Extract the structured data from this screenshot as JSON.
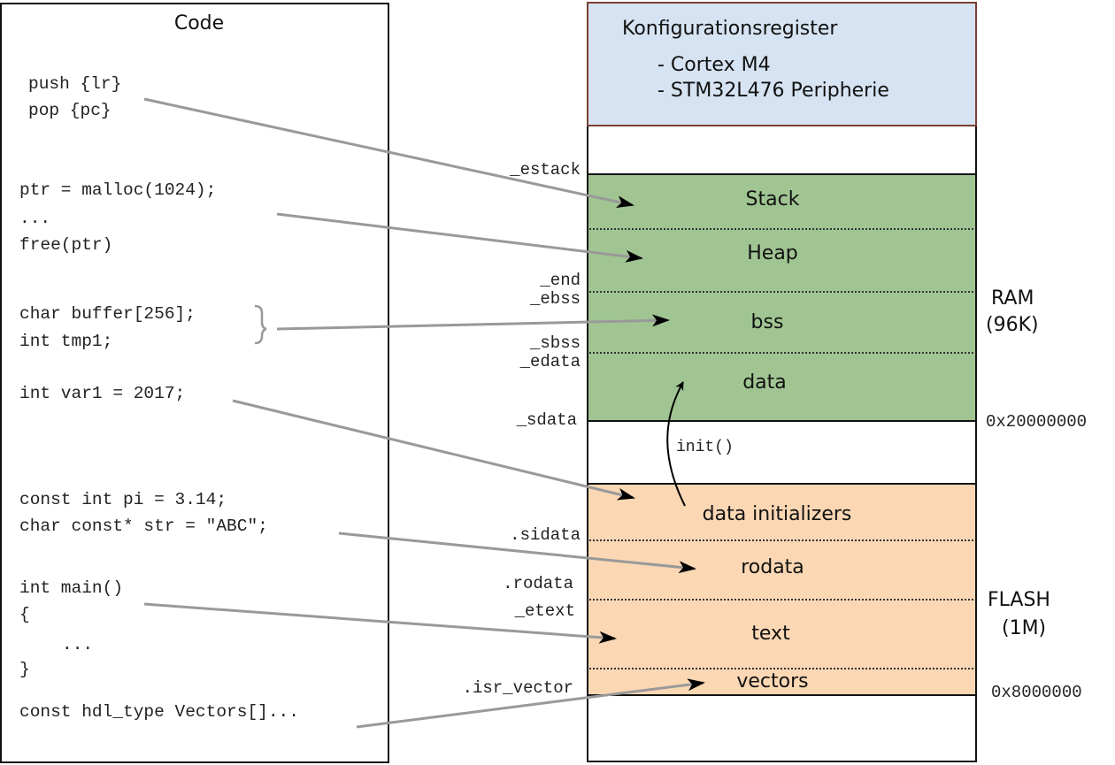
{
  "code_panel": {
    "title": "Code",
    "lines": {
      "push": "push {lr}",
      "pop": "pop {pc}",
      "malloc": "ptr = malloc(1024);",
      "ellipsis1": "...",
      "free": "free(ptr)",
      "buffer": "char buffer[256];",
      "tmp1": "int tmp1;",
      "var1": "int var1 = 2017;",
      "pi": "const int pi = 3.14;",
      "str": "char const* str = \"ABC\";",
      "main": "int main()",
      "brace_open": "{",
      "ellipsis2": "...",
      "brace_close": "}",
      "vectors": "const hdl_type Vectors[]..."
    }
  },
  "memory_map": {
    "config": {
      "title": "Konfigurationsregister",
      "items": [
        "- Cortex M4",
        "- STM32L476 Peripherie"
      ],
      "fill": "#d6e3f2",
      "border": "#7a4035"
    },
    "ram": {
      "label": "RAM",
      "size": "(96K)",
      "base_address": "0x20000000",
      "fill": "#a0c592",
      "sections": [
        "Stack",
        "Heap",
        "bss",
        "data"
      ]
    },
    "flash": {
      "label": "FLASH",
      "size": "(1M)",
      "base_address": "0x8000000",
      "fill": "#fbd7b4",
      "sections": [
        "data initializers",
        "rodata",
        "text",
        "vectors"
      ]
    },
    "init_label": "init()",
    "symbols": {
      "estack": "_estack",
      "end": "_end",
      "ebss": "_ebss",
      "sbss": "_sbss",
      "edata": "_edata",
      "sdata": "_sdata",
      "sidata": ".sidata",
      "rodata": ".rodata",
      "etext": "_etext",
      "isr_vector": ".isr_vector"
    }
  }
}
